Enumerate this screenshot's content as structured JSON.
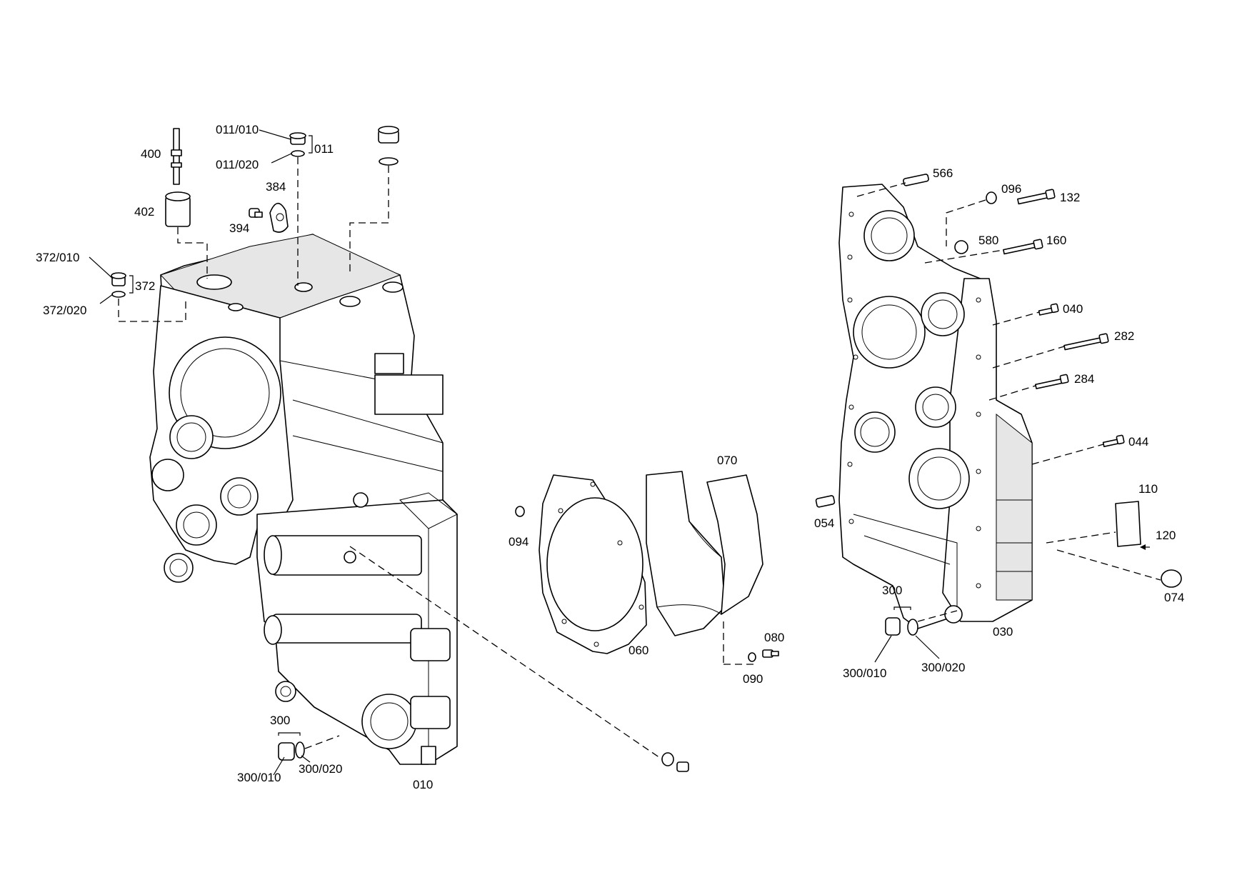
{
  "labels": {
    "l011_010": "011/010",
    "l011": "011",
    "l011_020": "011/020",
    "l400": "400",
    "l402": "402",
    "l384": "384",
    "l394": "394",
    "l372_010": "372/010",
    "l372": "372",
    "l372_020": "372/020",
    "l566": "566",
    "l096": "096",
    "l132": "132",
    "l580": "580",
    "l160": "160",
    "l040": "040",
    "l282": "282",
    "l284": "284",
    "l044": "044",
    "l070": "070",
    "l094": "094",
    "l060": "060",
    "l080": "080",
    "l090": "090",
    "l054": "054",
    "l110": "110",
    "l120": "120",
    "l074": "074",
    "l300_right": "300",
    "l300_010_right": "300/010",
    "l300_020_right": "300/020",
    "l030": "030",
    "l300_left": "300",
    "l300_010_left": "300/010",
    "l300_020_left": "300/020",
    "l010": "010"
  }
}
